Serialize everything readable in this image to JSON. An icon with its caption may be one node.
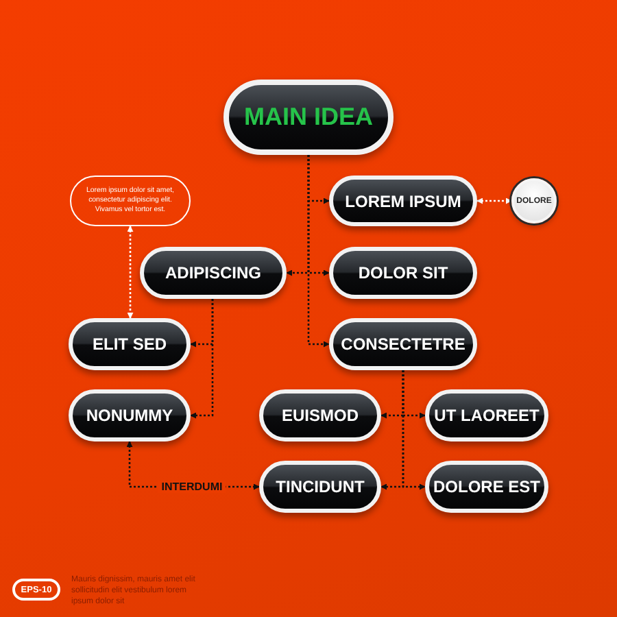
{
  "diagram": {
    "nodes": [
      {
        "text": [
          "MAIN IDEA"
        ]
      },
      {
        "text": [
          "Lorem ipsum dolor sit amet, consectetur adipiscing elit. Vivamus vel tortor est."
        ]
      },
      {
        "text": [
          "LOREM IPSUM"
        ]
      },
      {
        "text": [
          "DOLORE"
        ]
      },
      {
        "text": [
          "ADIPISCING"
        ]
      },
      {
        "text": [
          "DOLOR SIT"
        ]
      },
      {
        "text": [
          "ELIT SED"
        ]
      },
      {
        "text": [
          "CONSECTETRE"
        ]
      },
      {
        "text": [
          "NONUMMY"
        ]
      },
      {
        "text": [
          "EUISMOD"
        ]
      },
      {
        "text": [
          "UT LAOREET"
        ]
      },
      {
        "text": [
          "TINCIDUNT"
        ]
      },
      {
        "text": [
          "DOLORE EST"
        ]
      },
      {
        "text": [
          "EPS-10"
        ]
      }
    ],
    "edges": [
      {
        "from": 0,
        "to": 2,
        "arrow": "to",
        "style": "dashed"
      },
      {
        "from": 0,
        "to": 5,
        "arrow": "to",
        "style": "dashed"
      },
      {
        "from": 0,
        "to": 7,
        "arrow": "to",
        "style": "dashed"
      },
      {
        "from": 0,
        "to": 4,
        "arrow": "to",
        "style": "dashed"
      },
      {
        "from": 2,
        "to": 3,
        "arrow": "both",
        "style": "dashed",
        "color": "#ffffff"
      },
      {
        "from": 1,
        "to": 6,
        "arrow": "both",
        "style": "dashed",
        "color": "#ffffff"
      },
      {
        "from": 4,
        "to": 6,
        "arrow": "to",
        "style": "dashed"
      },
      {
        "from": 4,
        "to": 8,
        "arrow": "to",
        "style": "dashed"
      },
      {
        "from": 7,
        "to": 9,
        "arrow": "to",
        "style": "dashed"
      },
      {
        "from": 7,
        "to": 10,
        "arrow": "to",
        "style": "dashed"
      },
      {
        "from": 7,
        "to": 11,
        "arrow": "to",
        "style": "dashed"
      },
      {
        "from": 7,
        "to": 12,
        "arrow": "to",
        "style": "dashed"
      },
      {
        "from": 8,
        "to": 11,
        "arrow": "both",
        "style": "dashed",
        "label": "INTERDUMI"
      }
    ],
    "labels": [
      "Mauris dignissim, mauris amet elit sollicitudin elit vestibulum lorem ipsum dolor sit"
    ]
  }
}
